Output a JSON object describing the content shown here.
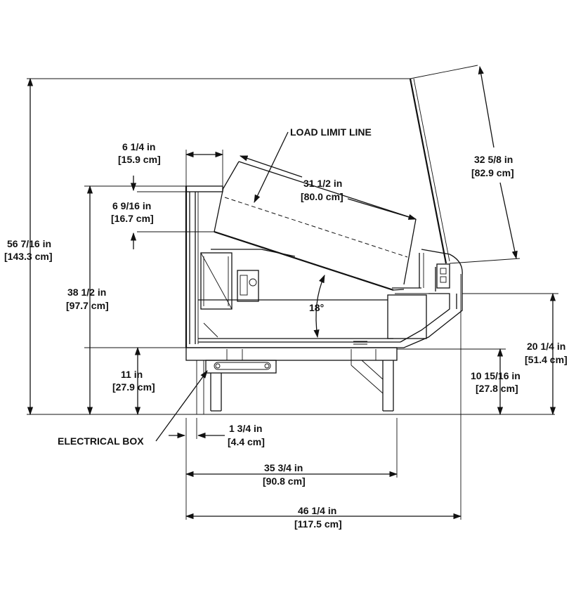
{
  "labels": {
    "overall_height_in": "56 7/16 in",
    "overall_height_cm": "[143.3 cm]",
    "rail_width_in": "6 1/4 in",
    "rail_width_cm": "[15.9 cm]",
    "rail_drop_in": "6 9/16 in",
    "rail_drop_cm": "[16.7 cm]",
    "rear_height_in": "38 1/2 in",
    "rear_height_cm": "[97.7 cm]",
    "base_height_in": "11 in",
    "base_height_cm": "[27.9 cm]",
    "load_limit": "LOAD LIMIT LINE",
    "shelf_depth_in": "31 1/2 in",
    "shelf_depth_cm": "[80.0 cm]",
    "glass_in": "32 5/8 in",
    "glass_cm": "[82.9 cm]",
    "angle": "18°",
    "front_height_in": "20 1/4 in",
    "front_height_cm": "[51.4 cm]",
    "front_base_in": "10 15/16 in",
    "front_base_cm": "[27.8 cm]",
    "electrical_box": "ELECTRICAL BOX",
    "offset_in": "1 3/4 in",
    "offset_cm": "[4.4 cm]",
    "base_depth_in": "35 3/4 in",
    "base_depth_cm": "[90.8 cm]",
    "overall_depth_in": "46 1/4 in",
    "overall_depth_cm": "[117.5 cm]"
  }
}
